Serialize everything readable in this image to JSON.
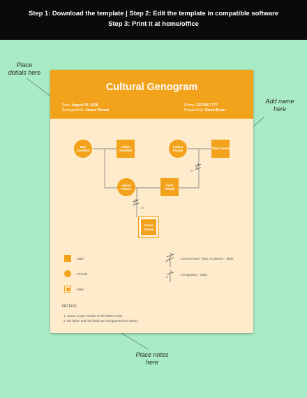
{
  "banner": {
    "line1": "Step 1: Download the template | Step 2: Edit the template in compatible software",
    "line2": "Step 3: Print it at home/office"
  },
  "annotations": {
    "details": [
      "Place",
      "detials here"
    ],
    "name": [
      "Add name",
      "here"
    ],
    "notes": [
      "Place notes",
      "here"
    ]
  },
  "document": {
    "title": "Cultural Genogram",
    "date_label": "Date:",
    "date_value": "August 20, 2038",
    "genogram_for_label": "Genogram for:",
    "genogram_for_value": "James Pamuk",
    "phone_label": "Phone:",
    "phone_value": "222 555 7777",
    "prepared_by_label": "Prepared by:",
    "prepared_by_value": "Elena Bryan"
  },
  "people": {
    "may": "May Stanfield",
    "adrian": "Adrian Stanfield",
    "fatima": "Fatima Pamuk",
    "allen": "Allen Pamuk",
    "agnes": "Agnes Pamuk",
    "cahit": "Cahit Pamuk",
    "james": "James Pamuk"
  },
  "ages": {
    "cahit": "40",
    "james": "40"
  },
  "legend": {
    "male": "Male",
    "female": "Female",
    "male_framed": "Male",
    "cultures": "Lived in More Than 2 Cultures - Male",
    "cultures_age": "40",
    "immigration": "Immigration - Male",
    "immigration_age": "40"
  },
  "notes": {
    "title": "NOTES:",
    "items": [
      "1.   James is part Turkish on his father's side.",
      "2.   His father and his family are immigrants from Turkey."
    ]
  },
  "colors": {
    "accent": "#f3a21c",
    "paper": "#feebcb",
    "background": "#a8ebc5",
    "banner": "#0a0a0a"
  }
}
